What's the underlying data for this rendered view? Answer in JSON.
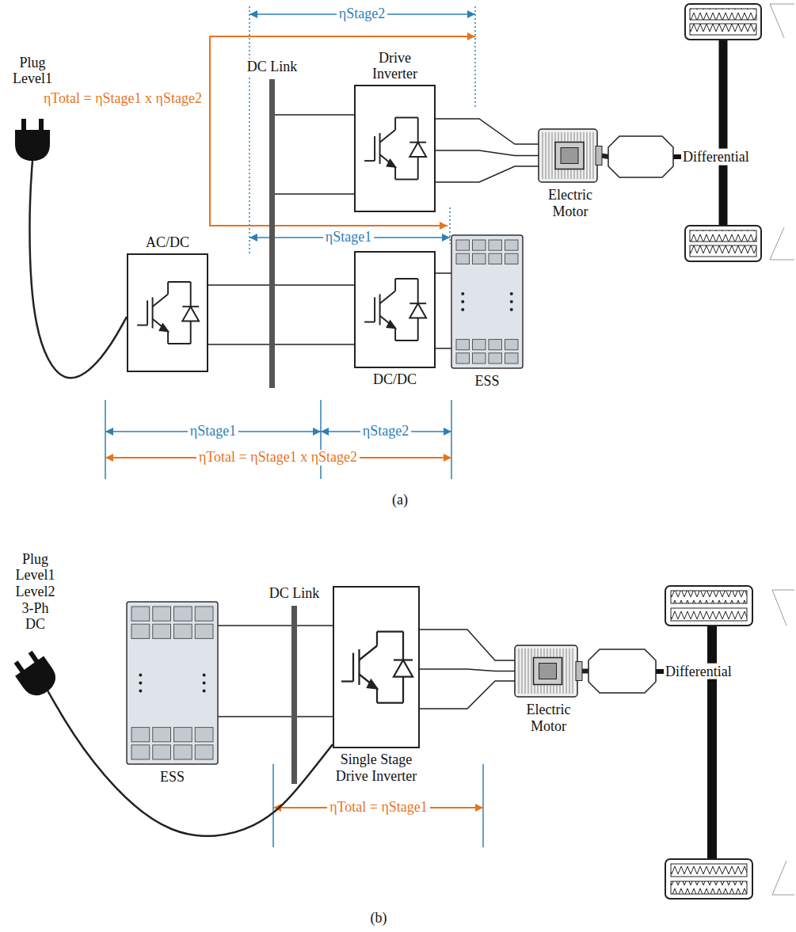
{
  "diagram": {
    "nodes": [
      {
        "text": [
          "Plug Level1"
        ]
      },
      {
        "text": [
          "AC/DC"
        ]
      },
      {
        "text": [
          "DC Link"
        ]
      },
      {
        "text": [
          "Drive Inverter"
        ]
      },
      {
        "text": [
          "DC/DC"
        ]
      },
      {
        "text": [
          "ESS"
        ]
      },
      {
        "text": [
          "Electric Motor"
        ]
      },
      {
        "text": [
          "Differential"
        ]
      },
      {
        "text": [
          "Plug Level1 Level2 3-Ph DC"
        ]
      },
      {
        "text": [
          "ESS"
        ]
      },
      {
        "text": [
          "DC Link"
        ]
      },
      {
        "text": [
          "Single Stage Drive Inverter"
        ]
      },
      {
        "text": [
          "Electric Motor"
        ]
      },
      {
        "text": [
          "Differential"
        ]
      }
    ],
    "edges": [
      {
        "from": 0,
        "to": 1,
        "arrow": "none"
      },
      {
        "from": 1,
        "to": 2,
        "arrow": "none"
      },
      {
        "from": 2,
        "to": 3,
        "arrow": "none"
      },
      {
        "from": 2,
        "to": 4,
        "arrow": "none"
      },
      {
        "from": 4,
        "to": 5,
        "arrow": "none"
      },
      {
        "from": 3,
        "to": 6,
        "arrow": "none"
      },
      {
        "from": 6,
        "to": 7,
        "arrow": "none"
      },
      {
        "from": 8,
        "to": 11,
        "arrow": "none"
      },
      {
        "from": 9,
        "to": 10,
        "arrow": "none"
      },
      {
        "from": 10,
        "to": 11,
        "arrow": "none"
      },
      {
        "from": 11,
        "to": 12,
        "arrow": "none"
      },
      {
        "from": 12,
        "to": 13,
        "arrow": "none"
      }
    ],
    "labels": [
      "ηStage2",
      "ηTotal = ηStage1 x ηStage2",
      "ηStage1",
      "ηStage1",
      "ηStage2",
      "ηTotal = ηStage1 x ηStage2",
      "(a)",
      "ηTotal = ηStage1",
      "(b)"
    ]
  }
}
